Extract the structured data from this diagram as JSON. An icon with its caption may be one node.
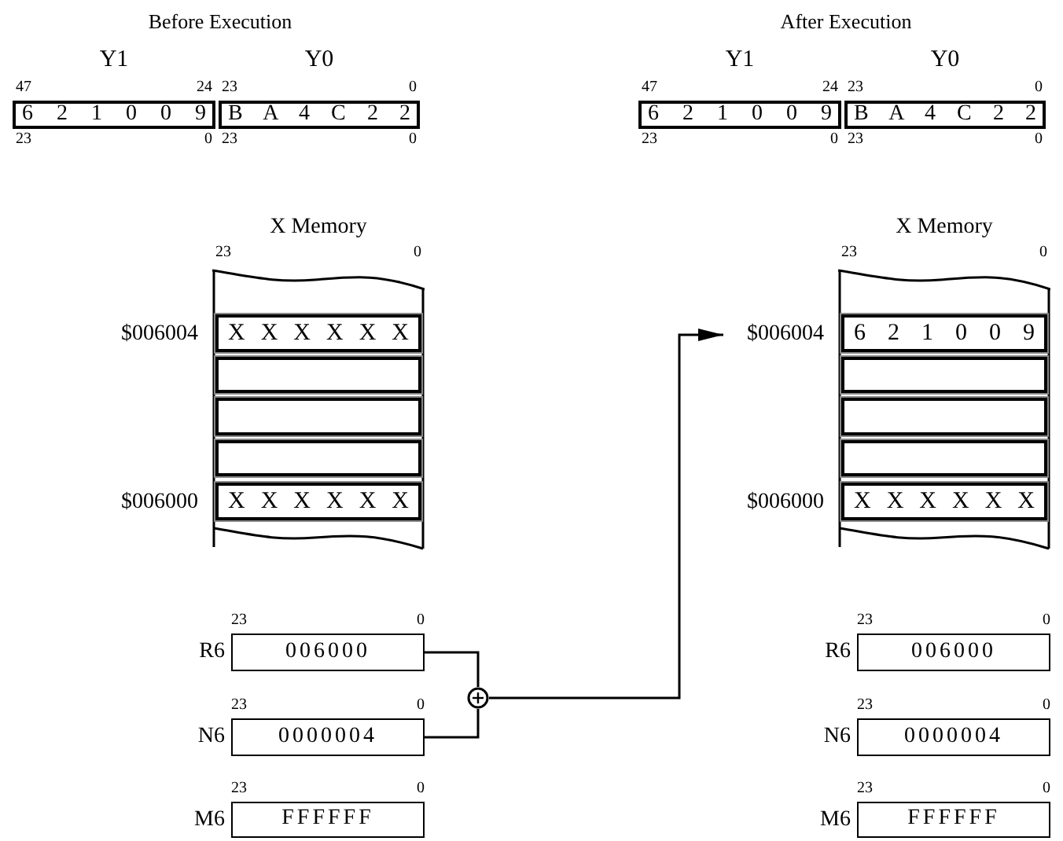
{
  "diagram": {
    "nodes": [
      {
        "text": [
          "Y1",
          "6 2 1 0 0 9"
        ],
        "beside": [
          "47",
          "24",
          "23",
          "0"
        ]
      },
      {
        "text": [
          "Y0",
          "B A 4 C 2 2"
        ],
        "beside": [
          "23",
          "0",
          "23",
          "0"
        ]
      },
      {
        "text": [
          "X Memory"
        ],
        "beside": [
          "23",
          "0"
        ]
      },
      {
        "text": [
          "X X X X X X"
        ],
        "in": 2
      },
      {
        "text": [],
        "shape": "box",
        "in": 2
      },
      {
        "text": [],
        "shape": "box",
        "in": 2
      },
      {
        "text": [],
        "shape": "box",
        "in": 2
      },
      {
        "text": [
          "X X X X X X"
        ],
        "in": 2
      },
      {
        "text": [
          "$006004"
        ]
      },
      {
        "text": [
          "$006000"
        ]
      },
      {
        "text": [
          "R6",
          "006000"
        ],
        "beside": [
          "23",
          "0"
        ]
      },
      {
        "text": [
          "N6",
          "0000004"
        ],
        "beside": [
          "23",
          "0"
        ]
      },
      {
        "text": [
          "M6",
          "FFFFFF"
        ],
        "beside": [
          "23",
          "0"
        ]
      },
      {
        "text": [],
        "shape": "circle"
      },
      {
        "text": [
          "Y1",
          "6 2 1 0 0 9"
        ],
        "beside": [
          "47",
          "24",
          "23",
          "0"
        ]
      },
      {
        "text": [
          "Y0",
          "B A 4 C 2 2"
        ],
        "beside": [
          "23",
          "0",
          "23",
          "0"
        ]
      },
      {
        "text": [
          "X Memory"
        ],
        "beside": [
          "23",
          "0"
        ]
      },
      {
        "text": [
          "6 2 1 0 0 9"
        ],
        "in": 16
      },
      {
        "text": [],
        "shape": "box",
        "in": 16
      },
      {
        "text": [],
        "shape": "box",
        "in": 16
      },
      {
        "text": [],
        "shape": "box",
        "in": 16
      },
      {
        "text": [
          "X X X X X X"
        ],
        "in": 16
      },
      {
        "text": [
          "$006004"
        ]
      },
      {
        "text": [
          "$006000"
        ]
      },
      {
        "text": [
          "R6",
          "006000"
        ],
        "beside": [
          "23",
          "0"
        ]
      },
      {
        "text": [
          "N6",
          "0000004"
        ],
        "beside": [
          "23",
          "0"
        ]
      },
      {
        "text": [
          "M6",
          "FFFFFF"
        ],
        "beside": [
          "23",
          "0"
        ]
      }
    ],
    "edges": [
      {
        "from": 10,
        "to": 13,
        "arrow": "none"
      },
      {
        "from": 11,
        "to": 13,
        "arrow": "none"
      },
      {
        "from": 13,
        "to": 22,
        "arrow": "to"
      }
    ],
    "labels": [
      "Before Execution",
      "After Execution"
    ]
  }
}
